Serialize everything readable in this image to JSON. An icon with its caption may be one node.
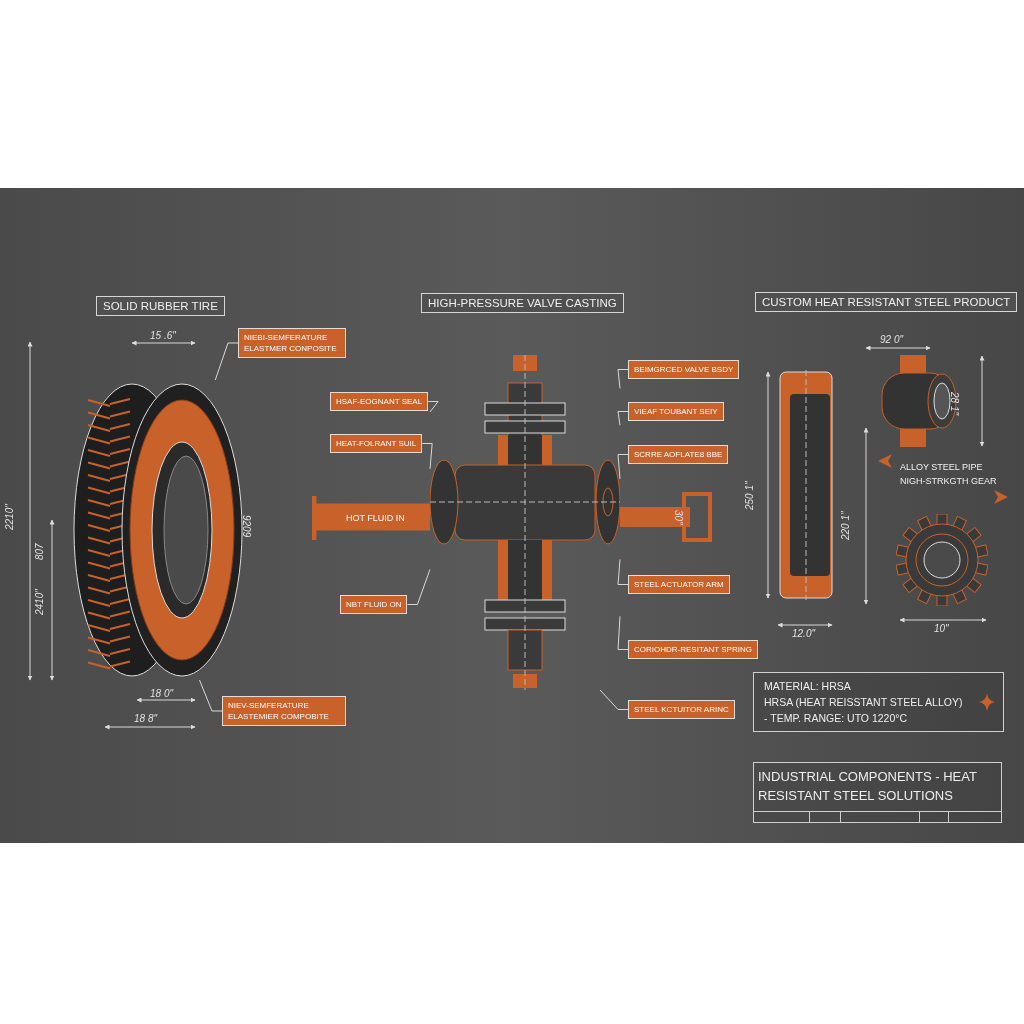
{
  "diagram": {
    "nodes": [
      {
        "text": [
          "SOLID RUBBER TIRE"
        ]
      },
      {
        "text": [
          "NIEBI-SEMFERATURE ELASTMER CONPOSITE"
        ]
      },
      {
        "text": [
          "NIEV-SEMFERATURE ELASTEMIER COMPOBITE"
        ]
      },
      {
        "text": [
          "HIGH-PRESSURE VALVE CASTING"
        ]
      },
      {
        "text": [
          "BEIMGRCED VALVE BSDY"
        ]
      },
      {
        "text": [
          "HSAF-EOGNANT SEAL"
        ]
      },
      {
        "text": [
          "VIEAF TOUBANT SEIY"
        ]
      },
      {
        "text": [
          "HEAT-FOLRANT SUIL"
        ]
      },
      {
        "text": [
          "SCRRE AOFLATE8 BBE"
        ]
      },
      {
        "text": [
          "NBT FLUID ON"
        ]
      },
      {
        "text": [
          "STEEL ACTUATOR ARM"
        ]
      },
      {
        "text": [
          "CORIOHDR-RESITANT SPRING"
        ]
      },
      {
        "text": [
          "STEEL KCTUITOR ARINC"
        ]
      },
      {
        "text": [
          "CUSTOM HEAT RESISTANT STEEL PRODUCT"
        ]
      },
      {
        "text": [
          "MATERIAL: HRSA",
          "HRSA (HEAT REISSTANT STEEL ALLOY)",
          "- TEMP. RANGE: UTO 1220°C"
        ]
      },
      {
        "text": [
          "INDUSTRIAL COMPONENTS - HEAT RESISTANT STEEL SOLUTIONS"
        ]
      },
      {
        "text": [],
        "shape": "picture"
      },
      {
        "text": [],
        "shape": "picture"
      }
    ],
    "edges": [
      {
        "from": 1,
        "to": 16,
        "arrow": "none"
      },
      {
        "from": 2,
        "to": 16,
        "arrow": "none"
      },
      {
        "from": 4,
        "to": 17,
        "arrow": "none"
      },
      {
        "from": 5,
        "to": 17,
        "arrow": "none"
      },
      {
        "from": 6,
        "to": 17,
        "arrow": "none"
      },
      {
        "from": 7,
        "to": 17,
        "arrow": "none"
      },
      {
        "from": 8,
        "to": 17,
        "arrow": "none"
      },
      {
        "from": 9,
        "to": 17,
        "arrow": "none"
      },
      {
        "from": 10,
        "to": 17,
        "arrow": "none"
      },
      {
        "from": 11,
        "to": 17,
        "arrow": "none"
      },
      {
        "from": 12,
        "to": 17,
        "arrow": "none"
      }
    ],
    "labels": [
      "15 .6\"",
      "2210\"",
      "807",
      "2410\"",
      "9209",
      "18 0\"",
      "18 8\"",
      "HOT FLUID IN",
      "30\"",
      "92 0\"",
      "28 1\"",
      "250 1\"",
      "220 1\"",
      "12.0\"",
      "ALLOY STEEL PIPE",
      "NIGH-STRKGTH GEAR",
      "10\""
    ]
  }
}
